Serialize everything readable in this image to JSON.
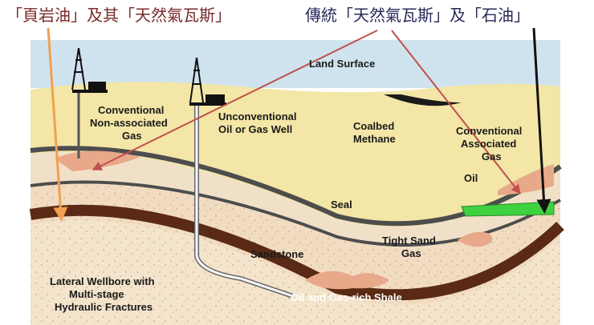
{
  "annotations": {
    "shale_oil_gas": "「頁岩油」及其「天然氣瓦斯」",
    "conventional_gas_oil": "傳統「天然氣瓦斯」及「石油」"
  },
  "labels": {
    "land_surface": "Land Surface",
    "conv_nonassoc_1": "Conventional",
    "conv_nonassoc_2": "Non-associated",
    "conv_nonassoc_3": "Gas",
    "unconv_1": "Unconventional",
    "unconv_2": "Oil or Gas Well",
    "coalbed_1": "Coalbed",
    "coalbed_2": "Methane",
    "conv_assoc_1": "Conventional",
    "conv_assoc_2": "Associated",
    "conv_assoc_3": "Gas",
    "oil": "Oil",
    "seal": "Seal",
    "tight_sand_1": "Tight Sand",
    "tight_sand_2": "Gas",
    "sandstone": "Sandstone",
    "lateral_1": "Lateral Wellbore with",
    "lateral_2": "Multi-stage",
    "lateral_3": "Hydraulic Fractures",
    "shale": "Oil and Gas-rich Shale"
  },
  "colors": {
    "sky": "#cfe3ef",
    "land": "#f3e6a6",
    "seal_layer": "#f1e0c8",
    "sandstone": "#f1dcc2",
    "seal_line": "#4d4d4d",
    "shale": "#5a2a14",
    "gas_pocket": "#e8a98a",
    "oil_zone": "#3fd13f",
    "arrow_orange": "#f0a050",
    "arrow_red": "#c0504d",
    "arrow_black": "#111111"
  }
}
